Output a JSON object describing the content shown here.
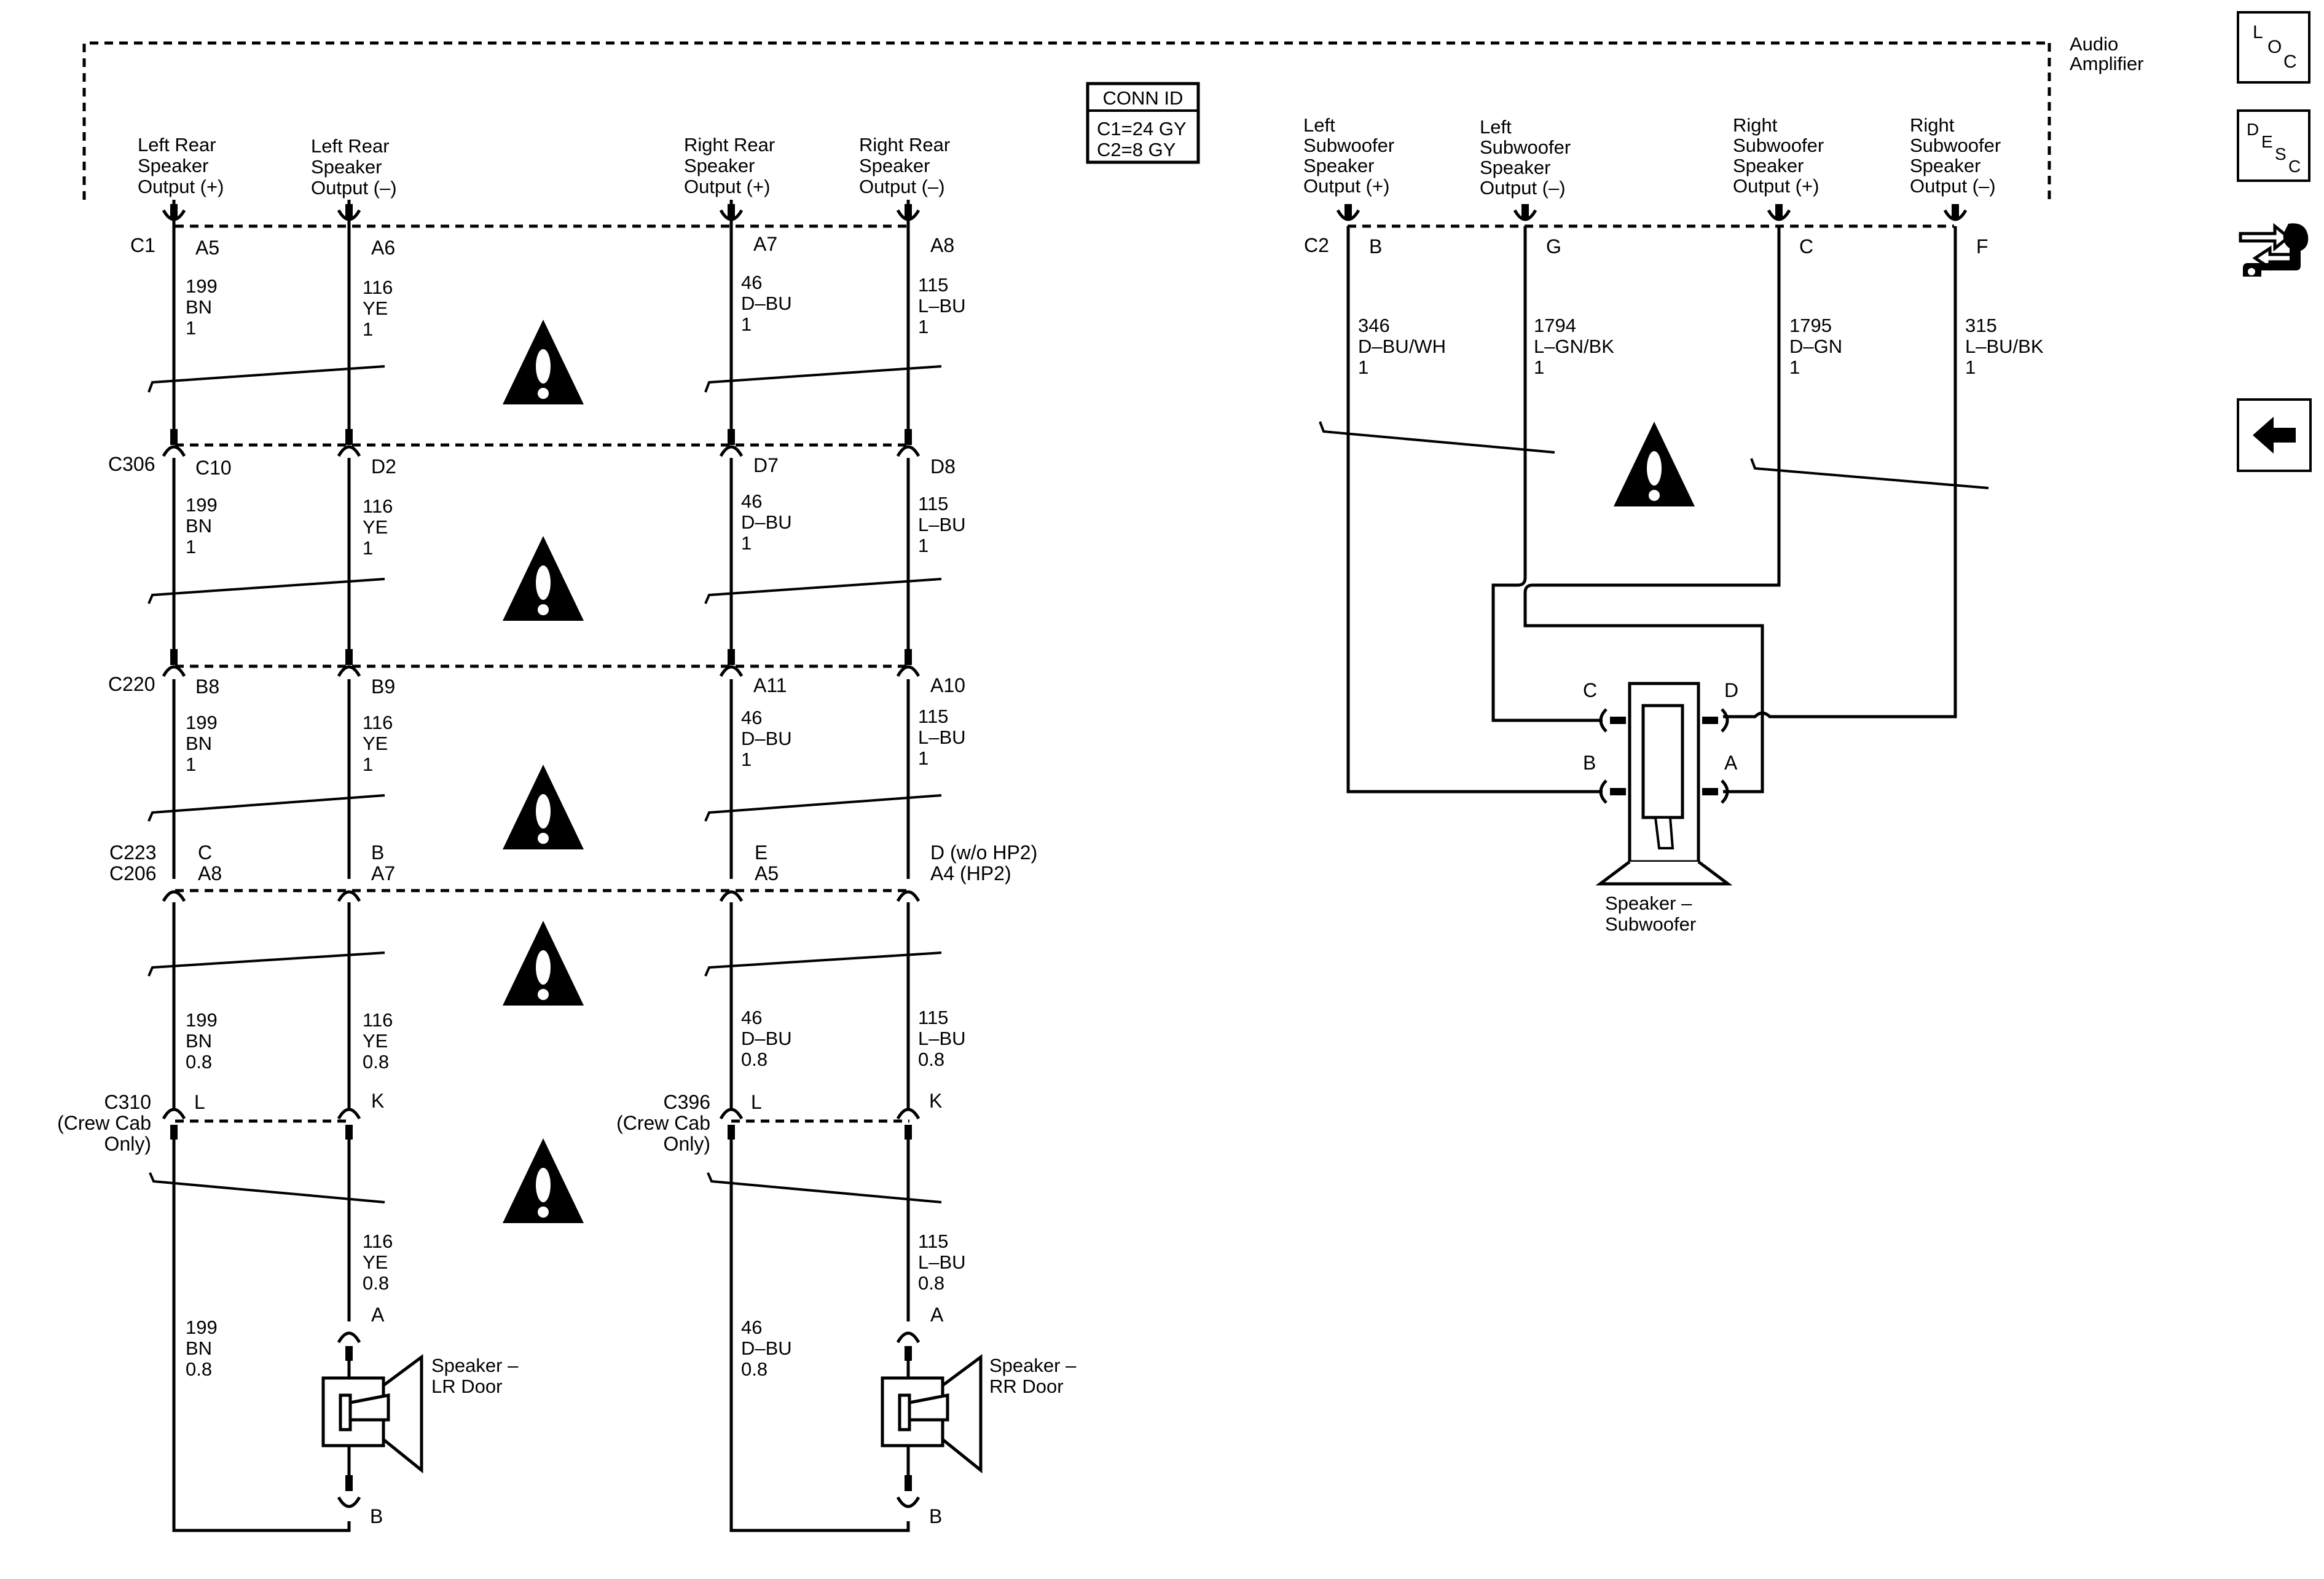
{
  "amplifier": {
    "label_lines": [
      "Audio",
      "Amplifier"
    ]
  },
  "conn_id": {
    "title": "CONN ID",
    "lines": [
      "C1=24 GY",
      "C2=8 GY"
    ]
  },
  "outputs": [
    {
      "lines": [
        "Left Rear",
        "Speaker",
        "Output (+)"
      ]
    },
    {
      "lines": [
        "Left Rear",
        "Speaker",
        "Output (–)"
      ]
    },
    {
      "lines": [
        "Right Rear",
        "Speaker",
        "Output (+)"
      ]
    },
    {
      "lines": [
        "Right Rear",
        "Speaker",
        "Output (–)"
      ]
    },
    {
      "lines": [
        "Left",
        "Subwoofer",
        "Speaker",
        "Output (+)"
      ]
    },
    {
      "lines": [
        "Left",
        "Subwoofer",
        "Speaker",
        "Output (–)"
      ]
    },
    {
      "lines": [
        "Right",
        "Subwoofer",
        "Speaker",
        "Output (+)"
      ]
    },
    {
      "lines": [
        "Right",
        "Subwoofer",
        "Speaker",
        "Output (–)"
      ]
    }
  ],
  "connectors": [
    {
      "id": [
        "C1"
      ],
      "pins": [
        [
          "A5"
        ],
        [
          "A6"
        ],
        [
          "A7"
        ],
        [
          "A8"
        ]
      ]
    },
    {
      "id": [
        "C306"
      ],
      "pins": [
        [
          "C10"
        ],
        [
          "D2"
        ],
        [
          "D7"
        ],
        [
          "D8"
        ]
      ]
    },
    {
      "id": [
        "C220"
      ],
      "pins": [
        [
          "B8"
        ],
        [
          "B9"
        ],
        [
          "A11"
        ],
        [
          "A10"
        ]
      ]
    },
    {
      "id": [
        "C223",
        "C206"
      ],
      "pins": [
        [
          "C",
          "A8"
        ],
        [
          "B",
          "A7"
        ],
        [
          "E",
          "A5"
        ],
        [
          "D (w/o HP2)",
          "A4 (HP2)"
        ]
      ]
    },
    {
      "id": [
        "C310",
        "(Crew Cab",
        "Only)"
      ],
      "pins": [
        [
          "L"
        ],
        [
          "K"
        ]
      ]
    },
    {
      "id": [
        "C396",
        "(Crew Cab",
        "Only)"
      ],
      "pins": [
        [
          "L"
        ],
        [
          "K"
        ]
      ]
    }
  ],
  "sub_connector": {
    "id": "C2",
    "pins": [
      "B",
      "G",
      "C",
      "F"
    ]
  },
  "wire_labels": {
    "lr_plus": [
      [
        "199",
        "BN",
        "1"
      ],
      [
        "199",
        "BN",
        "1"
      ],
      [
        "199",
        "BN",
        "1"
      ],
      [
        "199",
        "BN",
        "0.8"
      ],
      [
        "199",
        "BN",
        "0.8"
      ]
    ],
    "lr_minus": [
      [
        "116",
        "YE",
        "1"
      ],
      [
        "116",
        "YE",
        "1"
      ],
      [
        "116",
        "YE",
        "1"
      ],
      [
        "116",
        "YE",
        "0.8"
      ],
      [
        "116",
        "YE",
        "0.8"
      ]
    ],
    "rr_plus": [
      [
        "46",
        "D–BU",
        "1"
      ],
      [
        "46",
        "D–BU",
        "1"
      ],
      [
        "46",
        "D–BU",
        "1"
      ],
      [
        "46",
        "D–BU",
        "0.8"
      ],
      [
        "46",
        "D–BU",
        "0.8"
      ]
    ],
    "rr_minus": [
      [
        "115",
        "L–BU",
        "1"
      ],
      [
        "115",
        "L–BU",
        "1"
      ],
      [
        "115",
        "L–BU",
        "1"
      ],
      [
        "115",
        "L–BU",
        "0.8"
      ],
      [
        "115",
        "L–BU",
        "0.8"
      ]
    ],
    "sub": [
      [
        "346",
        "D–BU/WH",
        "1"
      ],
      [
        "1794",
        "L–GN/BK",
        "1"
      ],
      [
        "1795",
        "D–GN",
        "1"
      ],
      [
        "315",
        "L–BU/BK",
        "1"
      ]
    ]
  },
  "speaker_pins": {
    "top": "A",
    "bottom": "B"
  },
  "speakers": {
    "lr_door": [
      "Speaker –",
      "LR Door"
    ],
    "rr_door": [
      "Speaker –",
      "RR Door"
    ],
    "subwoofer": [
      "Speaker –",
      "Subwoofer"
    ],
    "sub_pins": {
      "c": "C",
      "d": "D",
      "b": "B",
      "a": "A"
    }
  },
  "side_buttons": {
    "loc": [
      "L",
      "O",
      "C"
    ],
    "desc": [
      "D",
      "E",
      "S",
      "C"
    ]
  },
  "icons": [
    "loc-icon",
    "desc-icon",
    "connector-tool-icon",
    "back-arrow-icon",
    "caution-icon"
  ]
}
